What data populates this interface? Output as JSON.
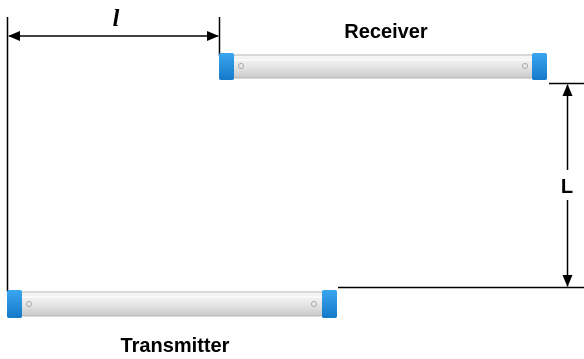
{
  "diagram": {
    "offset_symbol": "l",
    "distance_symbol": "L",
    "receiver_label": "Receiver",
    "transmitter_label": "Transmitter"
  },
  "colors": {
    "end_cap": "#1e8fe0",
    "bar_body": "#e6e6e6",
    "bar_edge": "#b5b5b5",
    "line": "#000000"
  }
}
